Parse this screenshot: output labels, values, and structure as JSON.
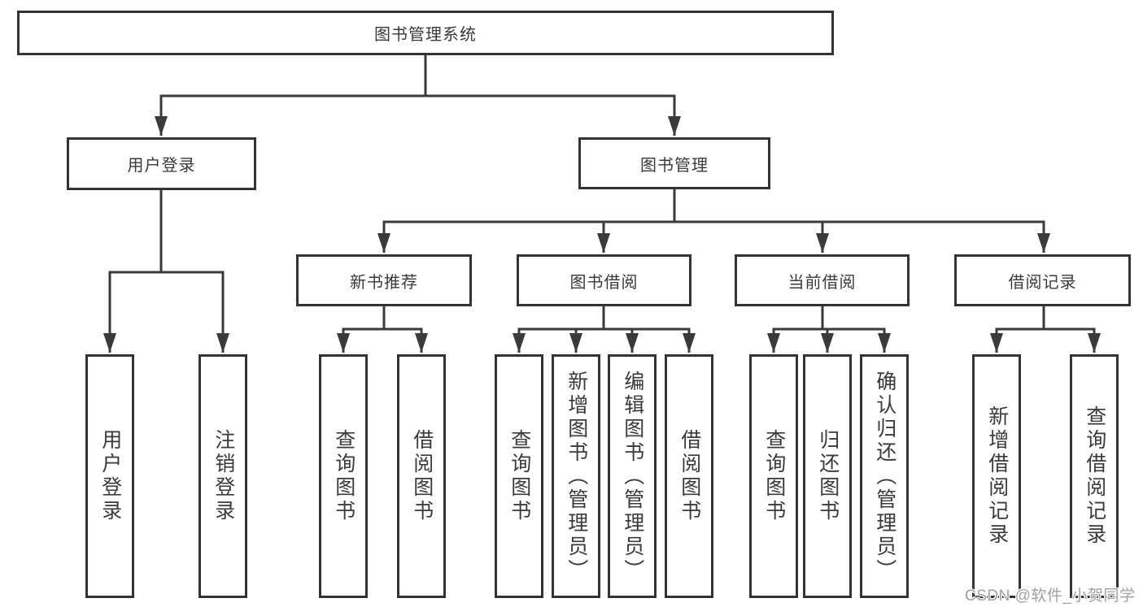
{
  "nodes": {
    "root": "图书管理系统",
    "user_login": "用户登录",
    "book_mgmt": "图书管理",
    "new_book_rec": "新书推荐",
    "book_borrow": "图书借阅",
    "current_borrow": "当前借阅",
    "borrow_records": "借阅记录",
    "leaf_user_login": "用户登录",
    "leaf_logout": "注销登录",
    "leaf_query_book_a": "查询图书",
    "leaf_borrow_book_a": "借阅图书",
    "leaf_query_book_b": "查询图书",
    "leaf_add_book_admin": "新增图书（管理员）",
    "leaf_edit_book_admin": "编辑图书（管理员）",
    "leaf_borrow_book_b": "借阅图书",
    "leaf_query_book_c": "查询图书",
    "leaf_return_book": "归还图书",
    "leaf_confirm_return_admin": "确认归还（管理员）",
    "leaf_add_record": "新增借阅记录",
    "leaf_query_record": "查询借阅记录"
  },
  "tree": {
    "图书管理系统": {
      "用户登录": [
        "用户登录",
        "注销登录"
      ],
      "图书管理": {
        "新书推荐": [
          "查询图书",
          "借阅图书"
        ],
        "图书借阅": [
          "查询图书",
          "新增图书（管理员）",
          "编辑图书（管理员）",
          "借阅图书"
        ],
        "当前借阅": [
          "查询图书",
          "归还图书",
          "确认归还（管理员）"
        ],
        "借阅记录": [
          "新增借阅记录",
          "查询借阅记录"
        ]
      }
    }
  },
  "watermark": "CSDN @软件_小贺同学",
  "colors": {
    "line": "#3a3a3a",
    "box_border": "#333333",
    "text": "#3a3a3a",
    "watermark": "#a0a0a0",
    "background": "#ffffff"
  }
}
